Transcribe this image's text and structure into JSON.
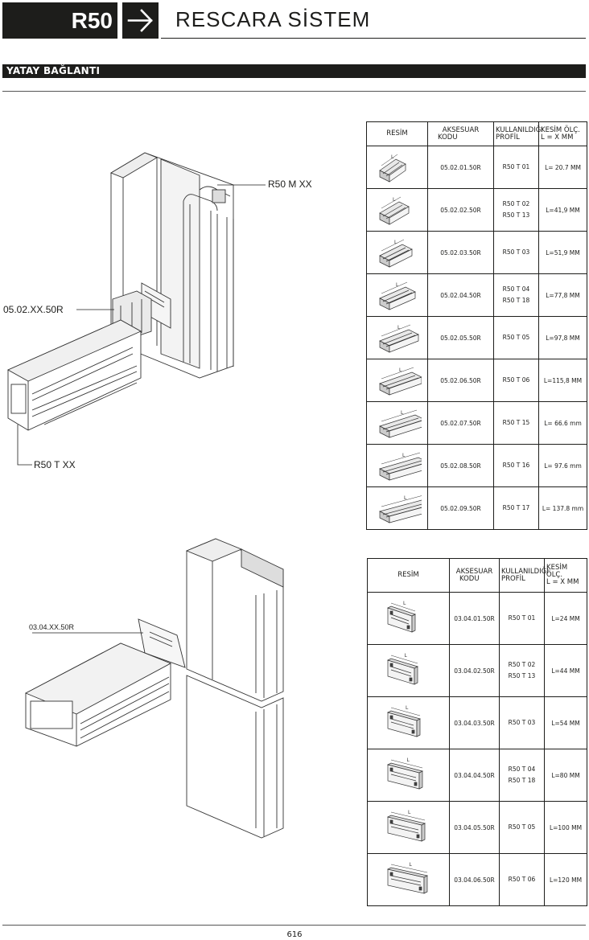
{
  "header": {
    "series_code": "R50",
    "system_title": "RESCARA SİSTEM"
  },
  "section_title": "YATAY BAĞLANTI",
  "diagram_top": {
    "label_mullion": "R50 M XX",
    "label_connector": "05.02.XX.50R",
    "label_transom": "R50 T XX"
  },
  "diagram_bottom": {
    "label_cap": "03.04.XX.50R"
  },
  "table1": {
    "headers": {
      "image": "RESİM",
      "code_1": "AKSESUAR",
      "code_2": "KODU",
      "profile_1": "KULLANILDIĞI",
      "profile_2": "PROFİL",
      "cut_1": "KESİM ÖLÇ.",
      "cut_2": "L = X MM"
    },
    "rows": [
      {
        "code": "05.02.01.50R",
        "profile_1": "R50 T 01",
        "profile_2": "",
        "cut": "L= 20.7 MM"
      },
      {
        "code": "05.02.02.50R",
        "profile_1": "R50 T 02",
        "profile_2": "R50 T 13",
        "cut": "L=41,9 MM"
      },
      {
        "code": "05.02.03.50R",
        "profile_1": "R50 T 03",
        "profile_2": "",
        "cut": "L=51,9 MM"
      },
      {
        "code": "05.02.04.50R",
        "profile_1": "R50 T 04",
        "profile_2": "R50 T 18",
        "cut": "L=77,8 MM"
      },
      {
        "code": "05.02.05.50R",
        "profile_1": "R50 T 05",
        "profile_2": "",
        "cut": "L=97,8 MM"
      },
      {
        "code": "05.02.06.50R",
        "profile_1": "R50 T 06",
        "profile_2": "",
        "cut": "L=115,8 MM"
      },
      {
        "code": "05.02.07.50R",
        "profile_1": "R50 T 15",
        "profile_2": "",
        "cut": "L= 66.6 mm"
      },
      {
        "code": "05.02.08.50R",
        "profile_1": "R50 T 16",
        "profile_2": "",
        "cut": "L= 97.6 mm"
      },
      {
        "code": "05.02.09.50R",
        "profile_1": "R50 T 17",
        "profile_2": "",
        "cut": "L= 137.8 mm"
      }
    ],
    "image_letter": "L"
  },
  "table2": {
    "headers": {
      "image": "RESİM",
      "code_1": "AKSESUAR",
      "code_2": "KODU",
      "profile_1": "KULLANILDIĞI",
      "profile_2": "PROFİL",
      "cut_1": "KESİM ÖLÇ.",
      "cut_2": "L = X MM"
    },
    "rows": [
      {
        "code": "03.04.01.50R",
        "profile_1": "R50 T 01",
        "profile_2": "",
        "cut": "L=24 MM"
      },
      {
        "code": "03.04.02.50R",
        "profile_1": "R50 T 02",
        "profile_2": "R50 T 13",
        "cut": "L=44 MM"
      },
      {
        "code": "03.04.03.50R",
        "profile_1": "R50 T 03",
        "profile_2": "",
        "cut": "L=54 MM"
      },
      {
        "code": "03.04.04.50R",
        "profile_1": "R50 T 04",
        "profile_2": "R50 T 18",
        "cut": "L=80 MM"
      },
      {
        "code": "03.04.05.50R",
        "profile_1": "R50 T 05",
        "profile_2": "",
        "cut": "L=100 MM"
      },
      {
        "code": "03.04.06.50R",
        "profile_1": "R50 T 06",
        "profile_2": "",
        "cut": "L=120 MM"
      }
    ],
    "image_letter": "L"
  },
  "footer": {
    "page_number": "616"
  }
}
